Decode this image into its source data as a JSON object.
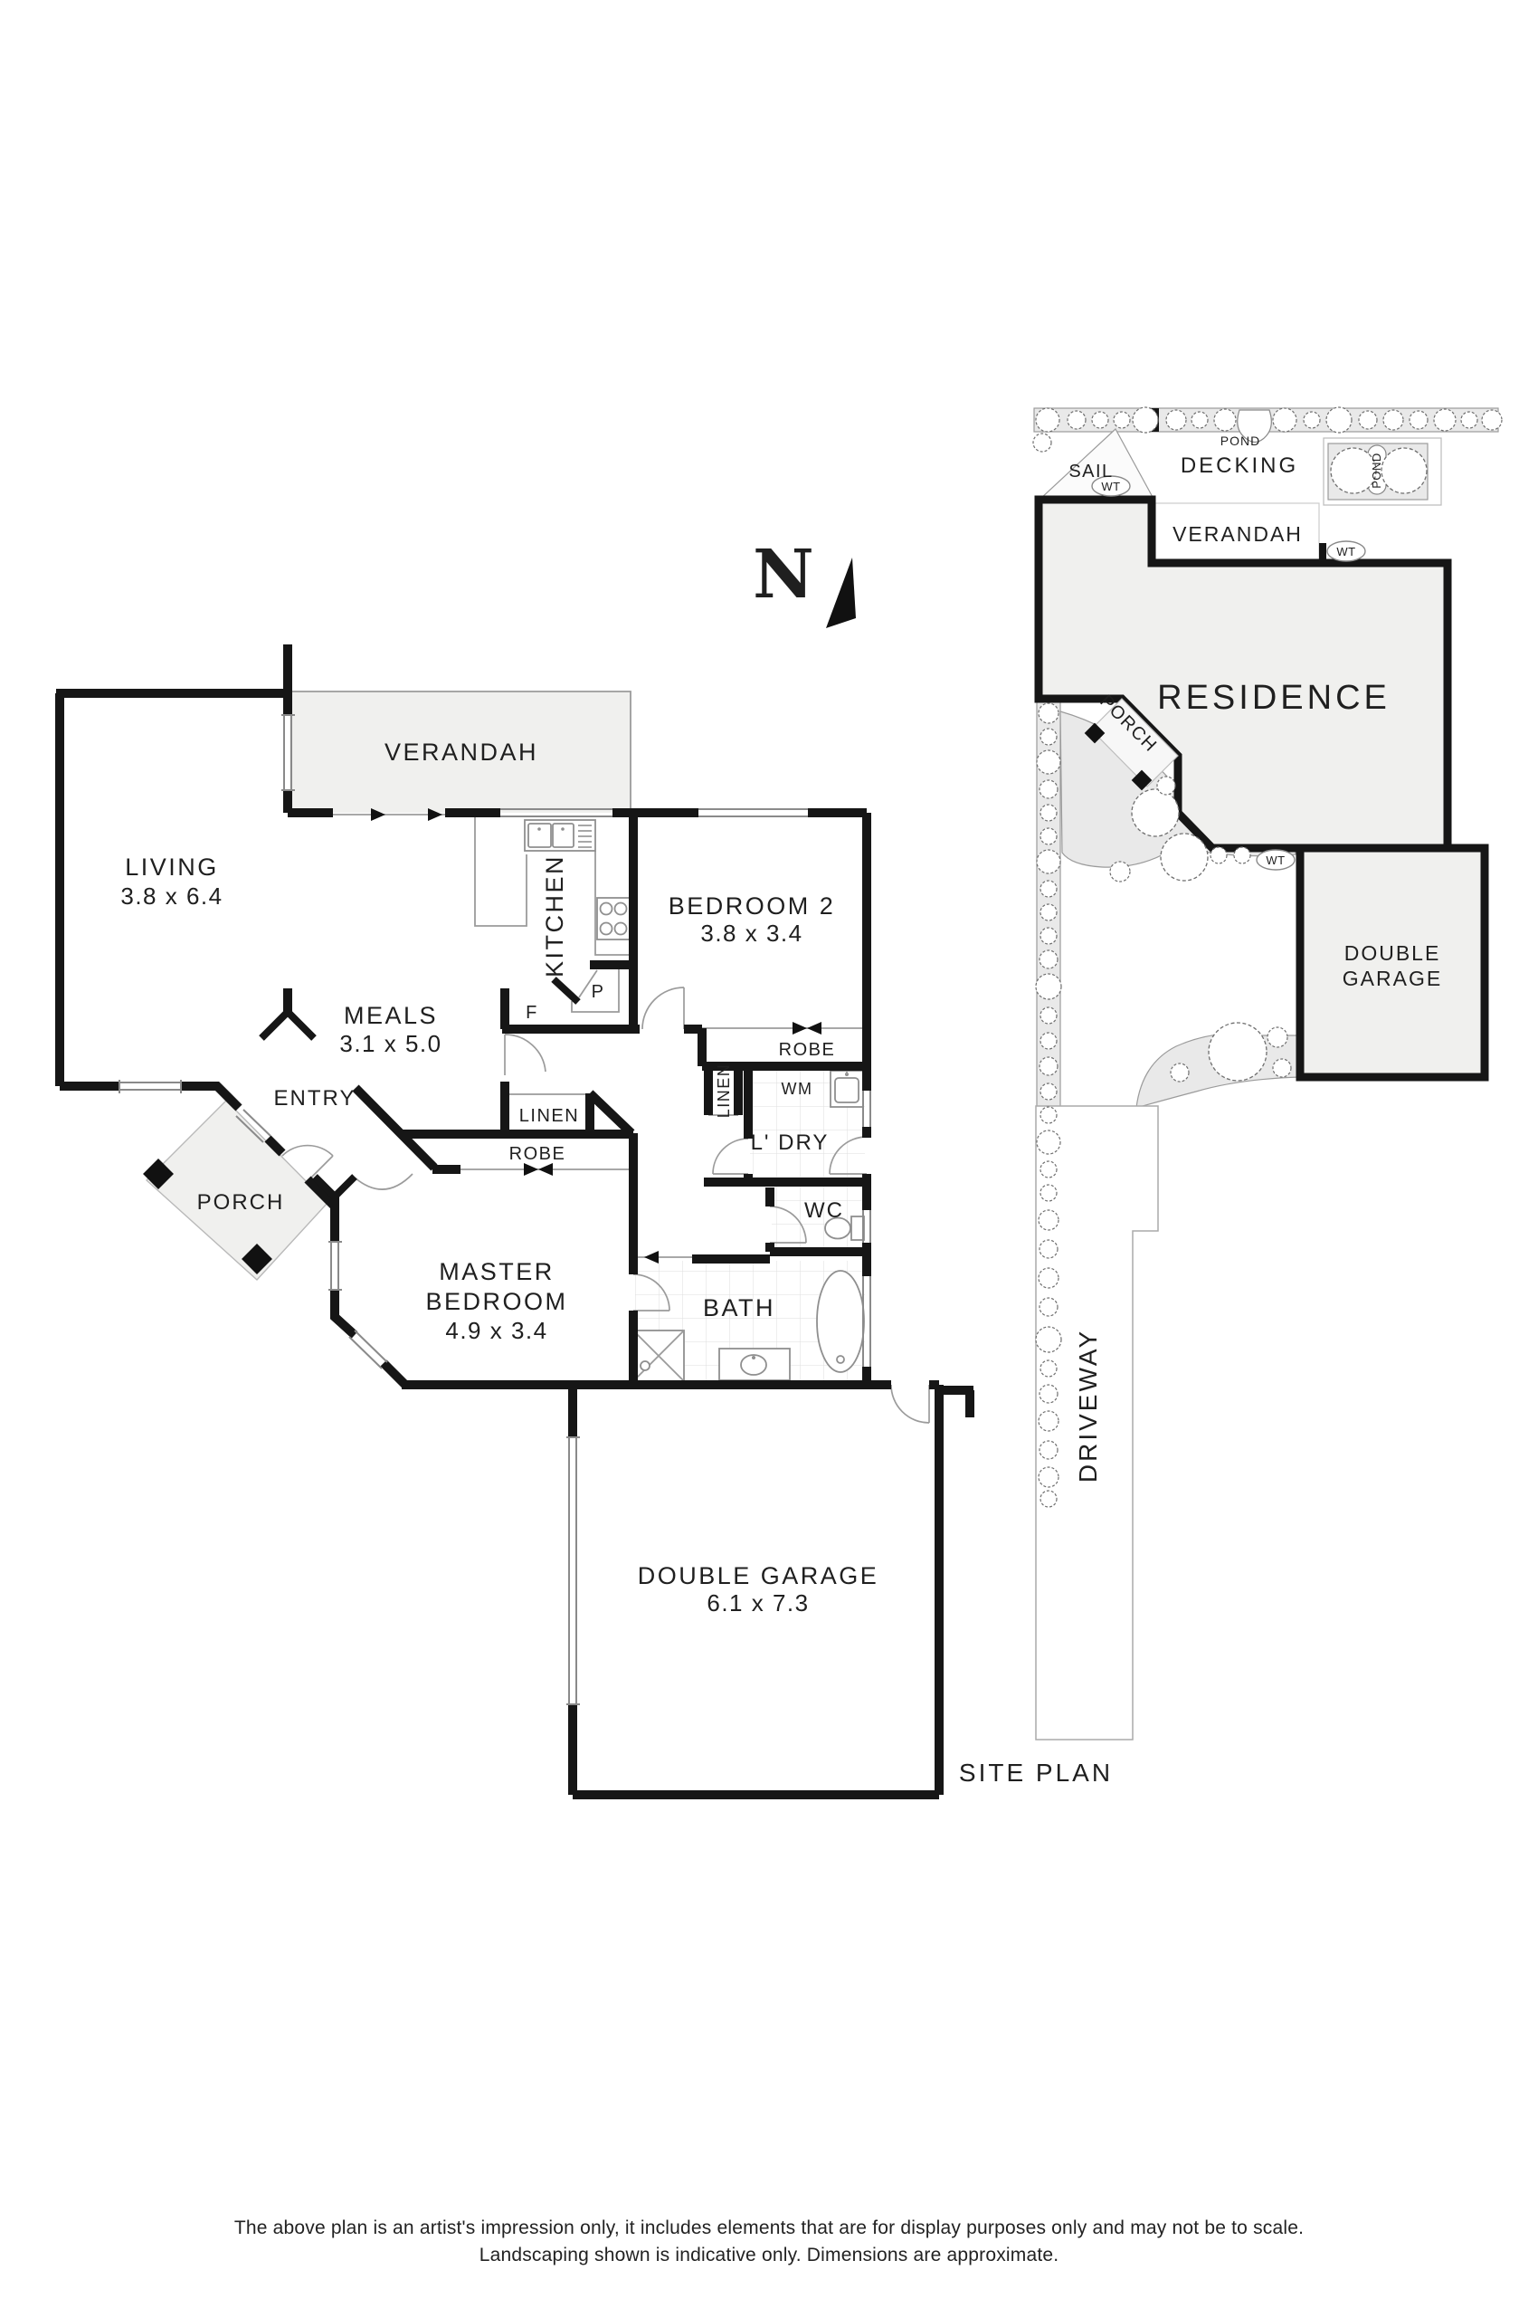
{
  "north": {
    "letter": "N"
  },
  "floor_plan": {
    "verandah": {
      "name": "VERANDAH"
    },
    "living": {
      "name": "LIVING",
      "dims": "3.8 x 6.4"
    },
    "meals": {
      "name": "MEALS",
      "dims": "3.1 x 5.0"
    },
    "kitchen": {
      "name": "KITCHEN"
    },
    "fridge": {
      "abbr": "F"
    },
    "pantry": {
      "abbr": "P"
    },
    "bedroom2": {
      "name": "BEDROOM 2",
      "dims": "3.8 x 3.4"
    },
    "entry": {
      "name": "ENTRY"
    },
    "porch": {
      "name": "PORCH"
    },
    "master_bedroom": {
      "line1": "MASTER",
      "line2": "BEDROOM",
      "dims": "4.9 x 3.4"
    },
    "linen_hall": {
      "name": "LINEN"
    },
    "robe_master": {
      "name": "ROBE"
    },
    "robe_bedroom2": {
      "name": "ROBE"
    },
    "linen_laundry": {
      "name": "LINEN"
    },
    "washing_machine": {
      "abbr": "WM"
    },
    "laundry": {
      "name": "L' DRY"
    },
    "wc": {
      "name": "WC"
    },
    "bath": {
      "name": "BATH"
    },
    "garage": {
      "name": "DOUBLE GARAGE",
      "dims": "6.1 x 7.3"
    }
  },
  "site_plan": {
    "title": "SITE PLAN",
    "pond_top": "POND",
    "pond_side": "POND",
    "sail": "SAIL",
    "water_tank": "WT",
    "decking": "DECKING",
    "verandah": "VERANDAH",
    "residence": "RESIDENCE",
    "porch": "PORCH",
    "garage_line1": "DOUBLE",
    "garage_line2": "GARAGE",
    "driveway": "DRIVEWAY"
  },
  "disclaimer": {
    "line1": "The above plan is an artist's impression only, it includes elements that are for display purposes only and may not be to scale.",
    "line2": "Landscaping shown is indicative only. Dimensions are approximate."
  }
}
